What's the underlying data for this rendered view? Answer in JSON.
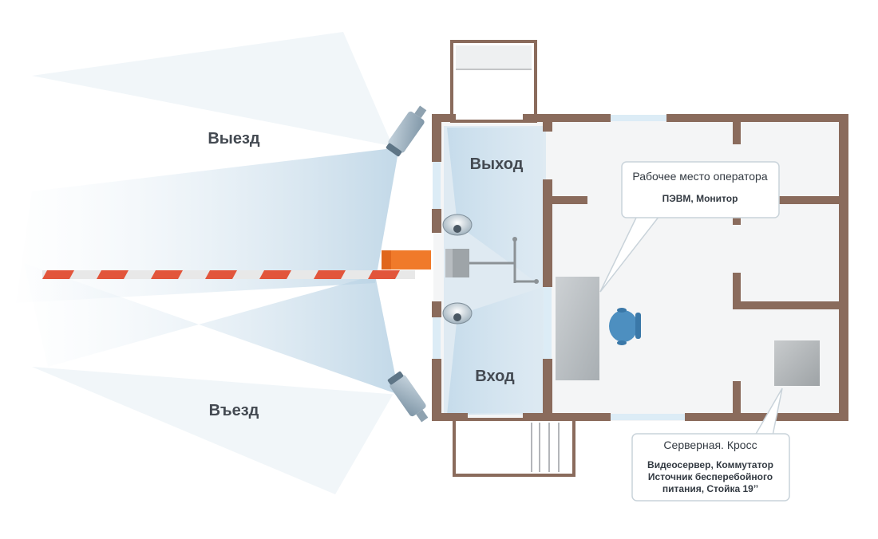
{
  "zones": {
    "exit_road": "Выезд",
    "entry_road": "Въезд",
    "exit_passage": "Выход",
    "entry_passage": "Вход"
  },
  "callouts": {
    "operator": {
      "title": "Рабочее место оператора",
      "lines": [
        "ПЭВМ, Монитор"
      ]
    },
    "server": {
      "title": "Серверная. Кросс",
      "lines": [
        "Видеосервер, Коммутатор",
        "Источник бесперебойного",
        "питания, Стойка 19’’"
      ]
    }
  },
  "colors": {
    "wall": "#8a6b5c",
    "floor": "#f4f5f6",
    "camera_view": "#cfe0ec",
    "barrier_red": "#e2553b",
    "barrier_white": "#e8e8e8",
    "barrier_motor": "#f07a2a",
    "chair": "#4d8fc0",
    "window": "#dcecf6"
  },
  "icons": {
    "camera": "cctv-camera-icon",
    "dome": "dome-camera-icon",
    "chair": "office-chair-icon",
    "rack": "server-rack-icon",
    "turnstile": "turnstile-icon"
  }
}
